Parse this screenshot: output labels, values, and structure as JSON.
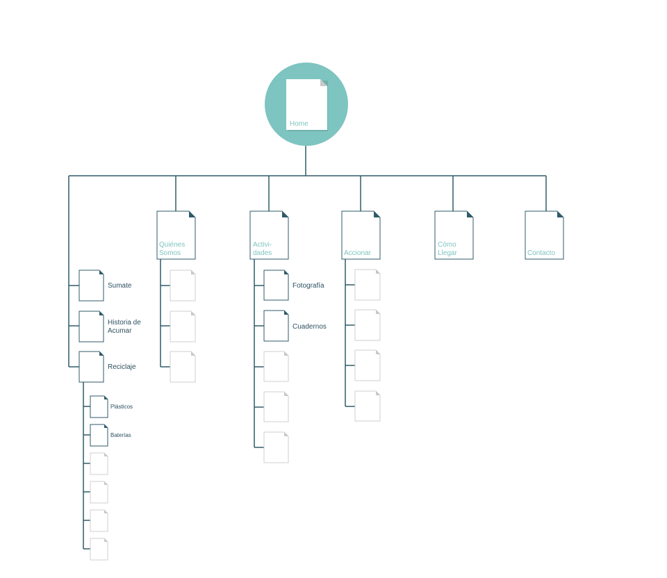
{
  "home": {
    "label": "Home"
  },
  "sections": [
    {
      "id": "sumate-group",
      "lines": []
    },
    {
      "id": "quienes",
      "lines": [
        "Quiénes",
        "Somos"
      ]
    },
    {
      "id": "actividades",
      "lines": [
        "Activi-",
        "dades"
      ]
    },
    {
      "id": "accionar",
      "lines": [
        "Accionar"
      ]
    },
    {
      "id": "como-llegar",
      "lines": [
        "Cómo",
        "Llegar"
      ]
    },
    {
      "id": "contacto",
      "lines": [
        "Contacto"
      ]
    }
  ],
  "left_children": [
    {
      "lines": [
        "Sumate"
      ]
    },
    {
      "lines": [
        "Historia de",
        "Acumar"
      ]
    },
    {
      "lines": [
        "Reciclaje"
      ]
    }
  ],
  "reciclaje_children": [
    {
      "label": "Plásticos"
    },
    {
      "label": "Baterías"
    },
    {
      "label": ""
    },
    {
      "label": ""
    },
    {
      "label": ""
    },
    {
      "label": ""
    }
  ],
  "actividades_children": [
    {
      "label": "Fotografía"
    },
    {
      "label": "Cuadernos"
    },
    {
      "label": ""
    },
    {
      "label": ""
    },
    {
      "label": ""
    }
  ],
  "quienes_children_count": 3,
  "accionar_children_count": 4,
  "colors": {
    "home_circle": "#7ec4c0",
    "line": "#2f5a68",
    "label_teal": "#7ec4c0",
    "label_dark": "#2d5060",
    "placeholder_border": "#cfcfcf"
  }
}
